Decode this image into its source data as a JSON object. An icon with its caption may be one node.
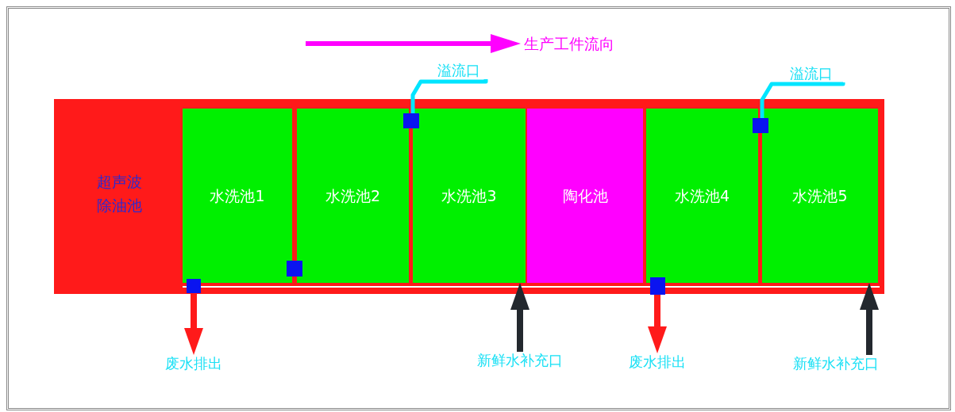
{
  "diagram": {
    "nodes": [
      {
        "text": [
          "超声波除油池"
        ]
      },
      {
        "text": [
          "水洗池1"
        ]
      },
      {
        "text": [
          "水洗池2"
        ]
      },
      {
        "text": [
          "水洗池3"
        ]
      },
      {
        "text": [
          "陶化池"
        ]
      },
      {
        "text": [
          "水洗池4"
        ]
      },
      {
        "text": [
          "水洗池5"
        ]
      },
      {
        "text": [
          "溢流口"
        ]
      },
      {
        "text": [
          "溢流口"
        ]
      },
      {
        "text": [
          "废水排出"
        ]
      },
      {
        "text": [
          "新鲜水补充口"
        ]
      },
      {
        "text": [
          "废水排出"
        ]
      },
      {
        "text": [
          "新鲜水补充口"
        ]
      },
      {
        "text": [],
        "shape": "box"
      },
      {
        "text": [],
        "shape": "box"
      },
      {
        "text": [],
        "shape": "box"
      },
      {
        "text": [],
        "shape": "box"
      },
      {
        "text": [],
        "shape": "box"
      }
    ],
    "edges": [
      {
        "from": 7,
        "to": 15,
        "arrow": "none",
        "color": "#00e5ff"
      },
      {
        "from": 8,
        "to": 17,
        "arrow": "none",
        "color": "#00e5ff"
      },
      {
        "from": 13,
        "to": 9,
        "arrow": "to",
        "color": "#ff1a1a"
      },
      {
        "from": 10,
        "to": 3,
        "arrow": "to",
        "color": "#23282e"
      },
      {
        "from": 16,
        "to": 11,
        "arrow": "to",
        "color": "#ff1a1a"
      },
      {
        "from": 12,
        "to": 6,
        "arrow": "to",
        "color": "#23282e"
      }
    ],
    "labels": [
      "生产工件流向"
    ]
  }
}
